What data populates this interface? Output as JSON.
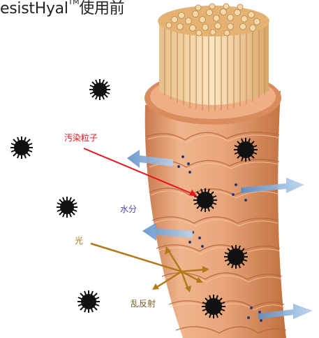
{
  "title": {
    "prefix": "esistHyal",
    "trademark": "TM",
    "suffix": "使用前"
  },
  "labels": {
    "pollutant": "汚染粒子",
    "moisture": "水分",
    "light": "光",
    "scatter": "乱反射"
  },
  "colors": {
    "pollutant": "#e8141e",
    "moisture": "#4a4ab0",
    "light": "#b07a1a",
    "scatter": "#7a5a22",
    "hair": "#e7a37a",
    "hair_dark": "#c9784a",
    "particle": "#111111",
    "water_arrow": "#8fb4d8"
  },
  "icons": [
    "pollutant-particle-icon",
    "water-arrow-icon",
    "light-ray-icon"
  ]
}
